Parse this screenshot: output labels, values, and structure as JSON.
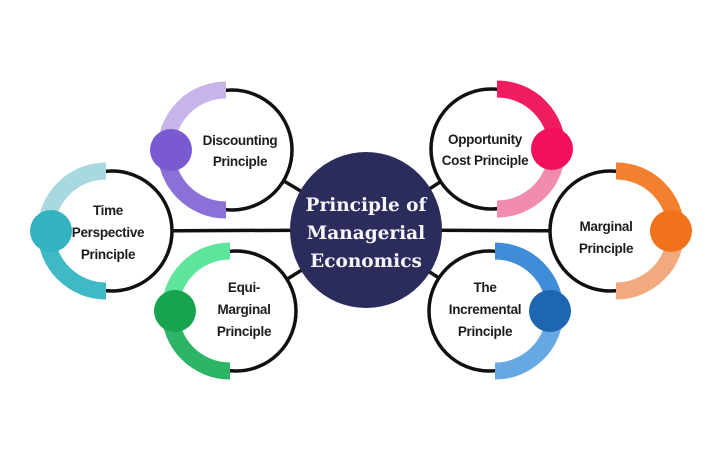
{
  "background_color": "#ffffff",
  "connector_color": "#101010",
  "node_outline_color": "#101010",
  "node_text_color": "#1c1c1c",
  "center": {
    "lines": [
      "Principle of",
      "Managerial",
      "Economics"
    ],
    "fill_color": "#2b2c5c",
    "text_color": "#f7f7fa"
  },
  "nodes": [
    {
      "id": "time-perspective-principle",
      "lines": [
        "Time",
        "Perspective",
        "Principle"
      ],
      "arc_top_color": "#a9d9e0",
      "arc_bottom_color": "#3fb9c6",
      "dot_color": "#33b2c0"
    },
    {
      "id": "discounting-principle",
      "lines": [
        "Discounting",
        "Principle"
      ],
      "arc_top_color": "#c7b5ea",
      "arc_bottom_color": "#8b70d8",
      "dot_color": "#7a5ad0"
    },
    {
      "id": "equi-marginal-principle",
      "lines": [
        "Equi-",
        "Marginal",
        "Principle"
      ],
      "arc_top_color": "#5ee49b",
      "arc_bottom_color": "#2eb467",
      "dot_color": "#18a34f"
    },
    {
      "id": "opportunity-cost-principle",
      "lines": [
        "Opportunity",
        "Cost Principle"
      ],
      "arc_top_color": "#ef1d60",
      "arc_bottom_color": "#f18cb1",
      "dot_color": "#f2105e"
    },
    {
      "id": "the-incremental-principle",
      "lines": [
        "The",
        "Incremental",
        "Principle"
      ],
      "arc_top_color": "#3f8cd8",
      "arc_bottom_color": "#66a8e4",
      "dot_color": "#1e66b0"
    },
    {
      "id": "marginal-principle",
      "lines": [
        "Marginal",
        "Principle"
      ],
      "arc_top_color": "#f3802e",
      "arc_bottom_color": "#f2a97e",
      "dot_color": "#f0731c"
    }
  ]
}
